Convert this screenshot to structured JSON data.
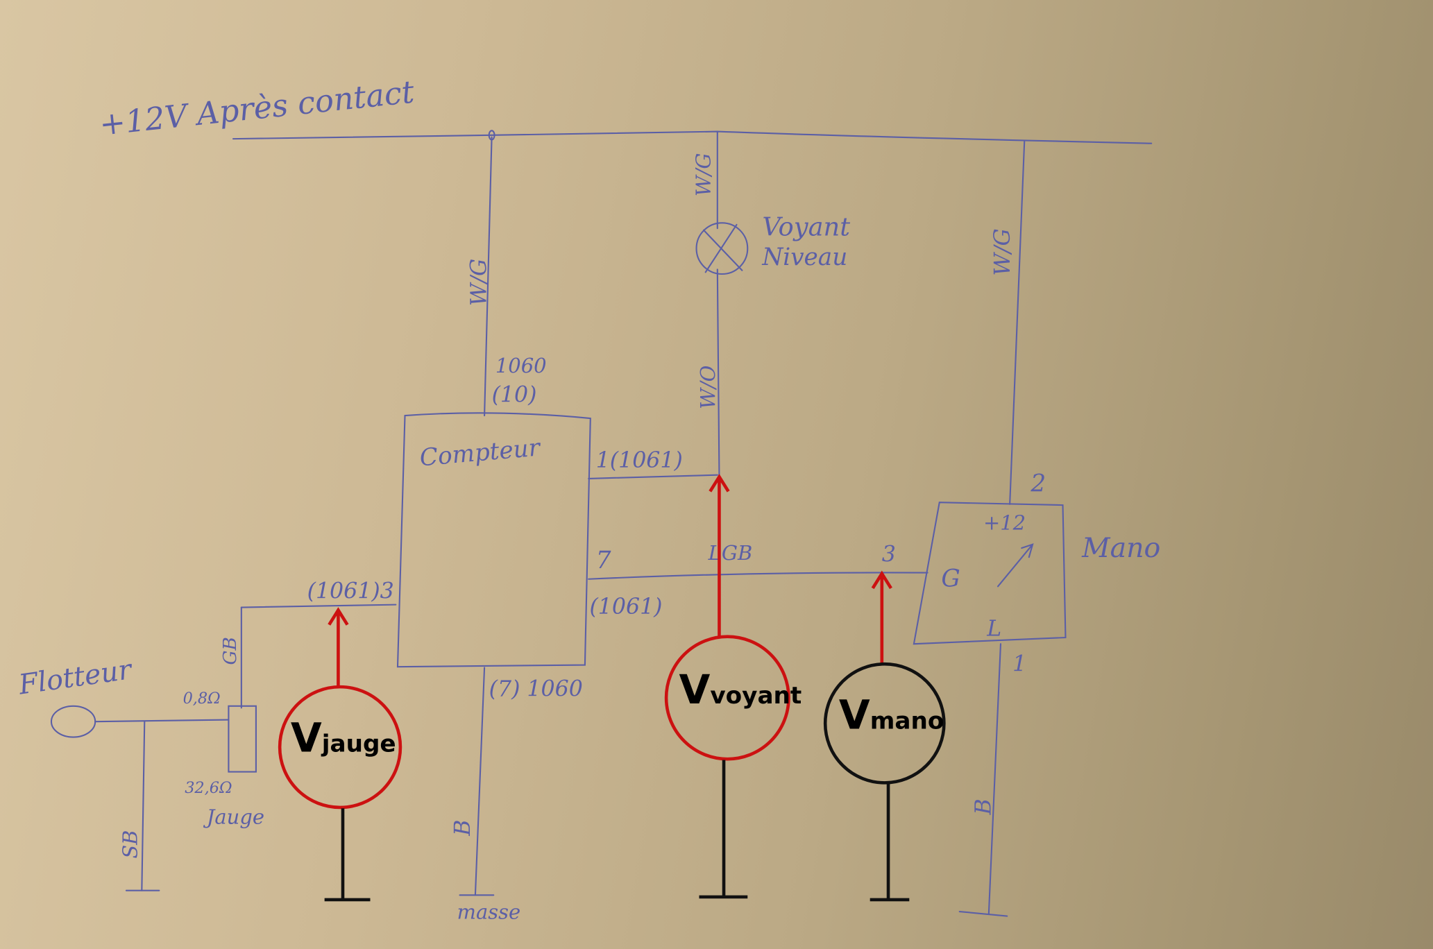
{
  "supply": {
    "label": "+12V Après contact"
  },
  "wires": {
    "wg1": "W/G",
    "wg2": "W/G",
    "wg3": "W/G",
    "wo": "W/O",
    "lgb": "LGB",
    "gb": "GB",
    "sb": "SB",
    "b1": "B",
    "b2": "B"
  },
  "lamp": {
    "line1": "Voyant",
    "line2": "Niveau"
  },
  "compteur": {
    "label": "Compteur",
    "top_pin": "1060",
    "top_pin2": "(10)",
    "pin1": "1(1061)",
    "pin7": "7",
    "pin7b": "(1061)",
    "pin3": "(1061)3",
    "bottom_pin": "(7) 1060"
  },
  "flotteur": {
    "label": "Flotteur",
    "r_min": "0,8Ω",
    "r_max": "32,6Ω",
    "jauge": "Jauge"
  },
  "ground": {
    "label": "masse"
  },
  "mano": {
    "label": "Mano",
    "pin2": "2",
    "plus12": "+12",
    "g": "G",
    "l": "L",
    "pin3": "3",
    "pin1": "1"
  },
  "meters": {
    "jauge": {
      "v": "V",
      "sub": "jauge",
      "color": "#cc1111"
    },
    "voyant": {
      "v": "V",
      "sub": "voyant",
      "color": "#cc1111"
    },
    "mano": {
      "v": "V",
      "sub": "mano",
      "color": "#111111"
    }
  }
}
